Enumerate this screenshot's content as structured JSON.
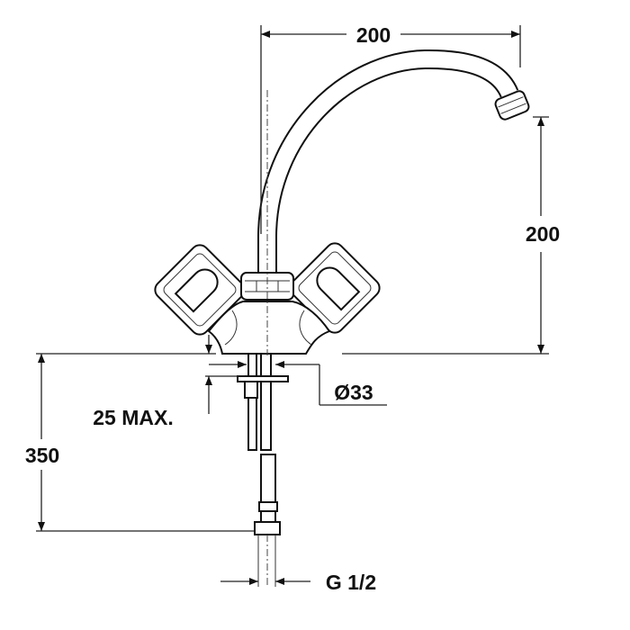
{
  "dimensions": {
    "spout_reach": "200",
    "spout_height": "200",
    "total_height": "350",
    "max_counter_thickness": "25 MAX.",
    "hole_diameter": "Ø33",
    "connection_thread": "G 1/2"
  }
}
